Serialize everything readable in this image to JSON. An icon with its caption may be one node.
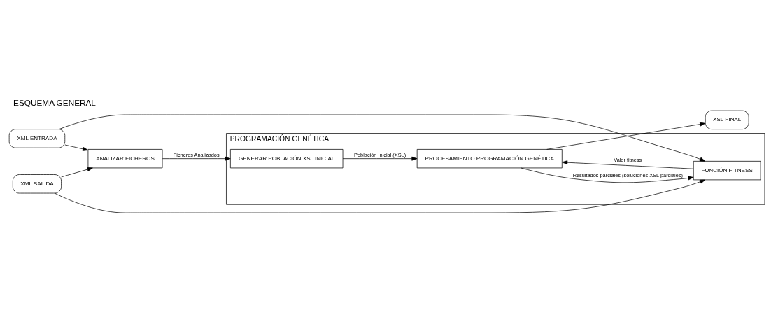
{
  "diagram": {
    "title": "ESQUEMA GENERAL",
    "nodes": [
      {
        "text": [
          "PROGRAMACIÓN GENÉTICA"
        ]
      },
      {
        "text": [
          "XML ENTRADA"
        ]
      },
      {
        "text": [
          "XML SALIDA"
        ]
      },
      {
        "text": [
          "ANALIZAR FICHEROS"
        ]
      },
      {
        "text": [
          "GENERAR POBLACIÓN XSL INICIAL"
        ],
        "in": 0
      },
      {
        "text": [
          "PROCESAMIENTO PROGRAMACIÓN GENÉTICA"
        ],
        "in": 0
      },
      {
        "text": [
          "FUNCIÓN FITNESS"
        ],
        "in": 0
      },
      {
        "text": [
          "XSL FINAL"
        ]
      }
    ],
    "edges": [
      {
        "from": 1,
        "to": 3,
        "arrow": "to"
      },
      {
        "from": 2,
        "to": 3,
        "arrow": "to"
      },
      {
        "from": 3,
        "to": 4,
        "arrow": "to",
        "label": "Ficheros Analizados"
      },
      {
        "from": 4,
        "to": 5,
        "arrow": "to",
        "label": "Población Inicial (XSL)"
      },
      {
        "from": 5,
        "to": 7,
        "arrow": "to"
      },
      {
        "from": 6,
        "to": 5,
        "arrow": "to",
        "label": "Valor fitness"
      },
      {
        "from": 5,
        "to": 6,
        "arrow": "to",
        "label": "Resultados parciales (soluciones XSL parciales)"
      },
      {
        "from": 2,
        "to": 6,
        "arrow": "to"
      },
      {
        "from": 1,
        "to": 6,
        "arrow": "to"
      }
    ]
  }
}
